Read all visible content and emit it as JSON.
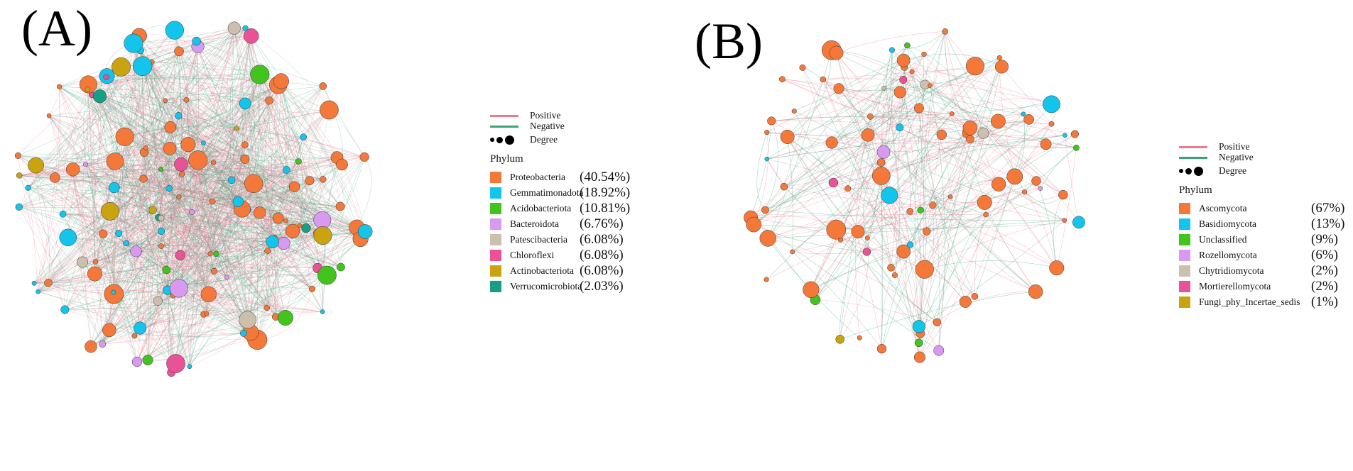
{
  "panels": [
    {
      "label": "(A)",
      "legend": {
        "edges": [
          {
            "label": "Positive",
            "color": "#ec7a90"
          },
          {
            "label": "Negative",
            "color": "#3aa37a"
          }
        ],
        "degree_label": "Degree",
        "phylum_title": "Phylum",
        "items": [
          {
            "name": "Proteobacteria",
            "percent": "(40.54%)",
            "color": "#f4783a"
          },
          {
            "name": "Gemmatimonadota",
            "percent": "(18.92%)",
            "color": "#13c5ea"
          },
          {
            "name": "Acidobacteriota",
            "percent": "(10.81%)",
            "color": "#43c31e"
          },
          {
            "name": "Bacteroidota",
            "percent": "(6.76%)",
            "color": "#d89af0"
          },
          {
            "name": "Patescibacteria",
            "percent": "(6.08%)",
            "color": "#cdbfad"
          },
          {
            "name": "Chloroflexi",
            "percent": "(6.08%)",
            "color": "#ea5296"
          },
          {
            "name": "Actinobacteriota",
            "percent": "(6.08%)",
            "color": "#c9a410"
          },
          {
            "name": "Verrucomicrobiota",
            "percent": "(2.03%)",
            "color": "#16a083"
          }
        ]
      }
    },
    {
      "label": "(B)",
      "legend": {
        "edges": [
          {
            "label": "Positive",
            "color": "#ec7a90"
          },
          {
            "label": "Negative",
            "color": "#3aa37a"
          }
        ],
        "degree_label": "Degree",
        "phylum_title": "Phylum",
        "items": [
          {
            "name": "Ascomycota",
            "percent": "(67%)",
            "color": "#f4783a"
          },
          {
            "name": "Basidiomycota",
            "percent": "(13%)",
            "color": "#13c5ea"
          },
          {
            "name": "Unclassified",
            "percent": "(9%)",
            "color": "#43c31e"
          },
          {
            "name": "Rozellomycota",
            "percent": "(6%)",
            "color": "#d89af0"
          },
          {
            "name": "Chytridiomycota",
            "percent": "(2%)",
            "color": "#cdbfad"
          },
          {
            "name": "Mortierellomycota",
            "percent": "(2%)",
            "color": "#ea5296"
          },
          {
            "name": "Fungi_phy_Incertae_sedis",
            "percent": "(1%)",
            "color": "#c9a410"
          }
        ]
      }
    }
  ]
}
